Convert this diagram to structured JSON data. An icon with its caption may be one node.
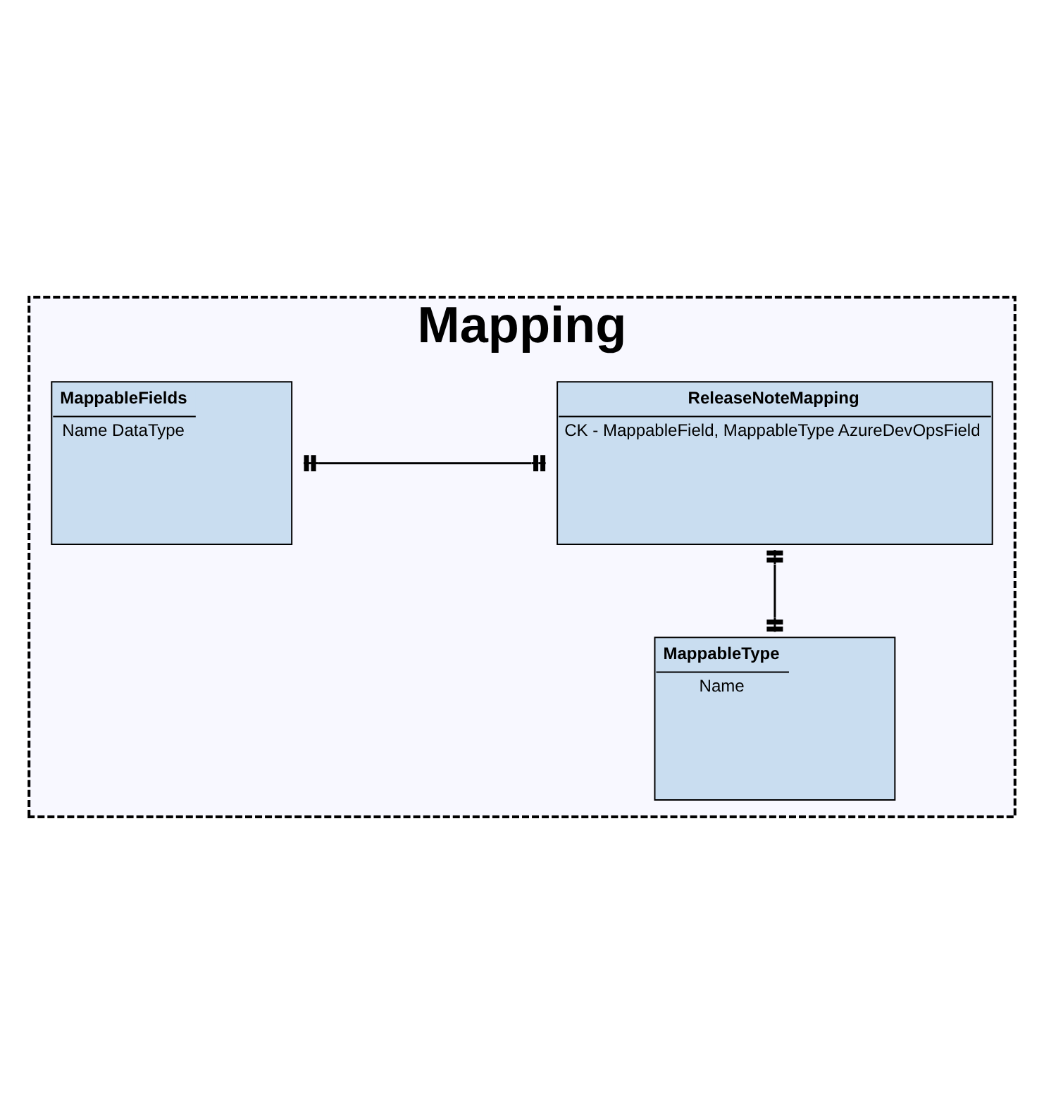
{
  "diagram": {
    "nodes": [
      {
        "text": [
          "Mapping"
        ]
      },
      {
        "text": [
          "MappableFields",
          "Name DataType"
        ],
        "in": 0
      },
      {
        "text": [
          "ReleaseNoteMapping",
          "CK - MappableField, MappableType AzureDevOpsField"
        ],
        "in": 0
      },
      {
        "text": [
          "MappableType",
          "Name"
        ],
        "in": 0
      }
    ],
    "edges": [
      {
        "from": 1,
        "to": 2,
        "arrow": "other"
      },
      {
        "from": 2,
        "to": 3,
        "arrow": "other"
      }
    ]
  }
}
